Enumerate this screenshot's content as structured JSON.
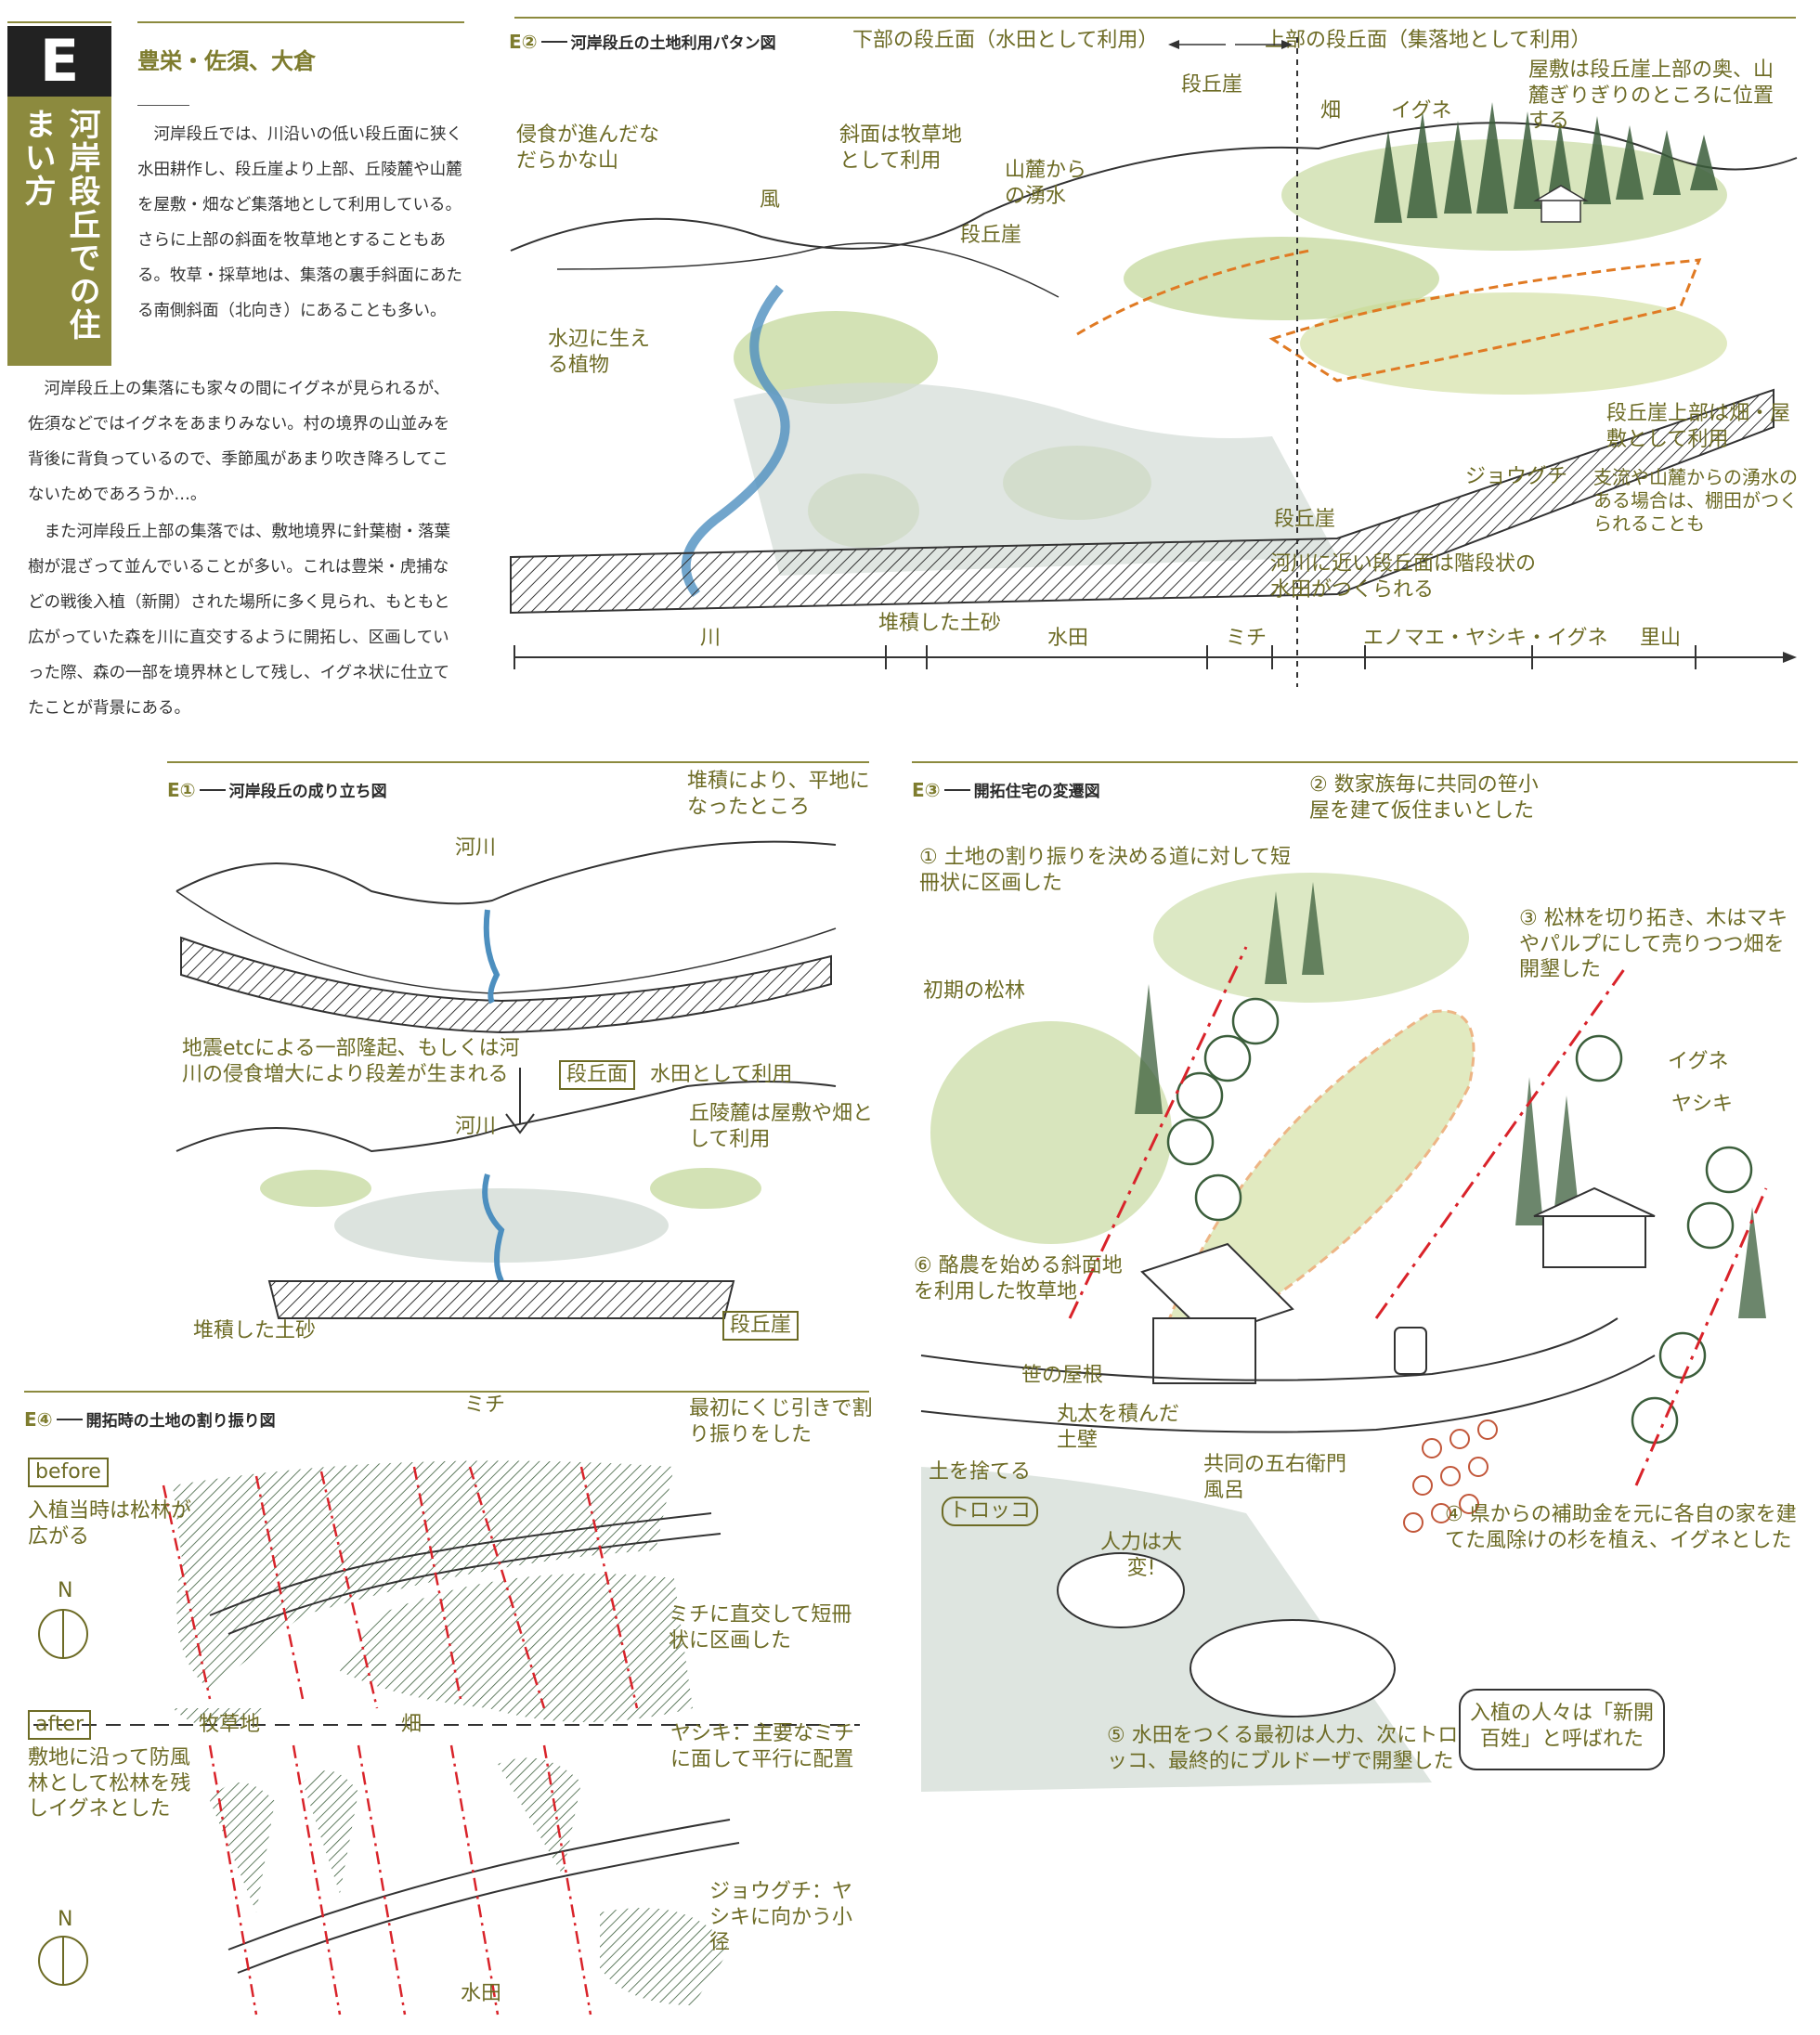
{
  "section_e": {
    "letter": "E",
    "vertical_title": "河岸段丘での住まい方",
    "subtitle": "豊栄・佐須、大倉",
    "para1": "河岸段丘では、川沿いの低い段丘面に狭く水田耕作し、段丘崖より上部、丘陵麓や山麓を屋敷・畑など集落地として利用している。さらに上部の斜面を牧草地とすることもある。牧草・採草地は、集落の裏手斜面にあたる南側斜面（北向き）にあることも多い。",
    "para2": "河岸段丘上の集落にも家々の間にイグネが見られるが、佐須などではイグネをあまりみない。村の境界の山並みを背後に背負っているので、季節風があまり吹き降ろしてこないためであろうか…。",
    "para3": "また河岸段丘上部の集落では、敷地境界に針葉樹・落葉樹が混ざって並んでいることが多い。これは豊栄・虎捕などの戦後入植（新開）された場所に多く見られ、もともと広がっていた森を川に直交するように開拓し、区画していった際、森の一部を境界林として残し、イグネ状に仕立てたことが背景にある。"
  },
  "e2": {
    "badge": "E②",
    "title": "河岸段丘の土地利用パタン図",
    "top_left": "下部の段丘面（水田として利用）",
    "top_right": "上部の段丘面（集落地として利用）",
    "labels": {
      "dankyugai_top": "段丘崖",
      "hatake": "畑",
      "igune": "イグネ",
      "yashiki": "屋敷は段丘崖上部の奥、山麓ぎりぎりのところに位置する",
      "erosion": "侵食が進んだなだらかな山",
      "slope": "斜面は牧草地として利用",
      "spring": "山麓からの湧水",
      "kaze": "風",
      "dankyugai_mid": "段丘崖",
      "shore_plants": "水辺に生える植物",
      "upper_use": "段丘崖上部は畑・屋敷として利用",
      "jyougu": "ジョウグチ",
      "tributary": "支流や山麓からの湧水のある場合は、棚田がつくられることも",
      "dankyugai_low": "段丘崖",
      "terrace_paddy": "河川に近い段丘面は階段状の水田がつくられる",
      "sediment": "堆積した土砂"
    },
    "axis": [
      "川",
      "水田",
      "ミチ",
      "エノマエ・ヤシキ・イグネ",
      "里山"
    ]
  },
  "e1": {
    "badge": "E①",
    "title": "河岸段丘の成り立ち図",
    "flat_note": "堆積により、平地になったところ",
    "river_top": "河川",
    "uplift_note": "地震etcによる一部隆起、もしくは河川の侵食増大により段差が生まれる",
    "terrace_surface": "段丘面",
    "paddy_use": "水田として利用",
    "hill_use": "丘陵麓は屋敷や畑として利用",
    "river_bottom": "河川",
    "sediment": "堆積した土砂",
    "cliff": "段丘崖"
  },
  "e3": {
    "badge": "E③",
    "title": "開拓住宅の変遷図",
    "step2": "② 数家族毎に共同の笹小屋を建て仮住まいとした",
    "step1": "① 土地の割り振りを決める道に対して短冊状に区画した",
    "step3": "③ 松林を切り拓き、木はマキやパルプにして売りつつ畑を開墾した",
    "pine": "初期の松林",
    "igune": "イグネ",
    "yashiki": "ヤシキ",
    "step6": "⑥ 酪農を始める斜面地を利用した牧草地",
    "roof": "笹の屋根",
    "wall": "丸太を積んだ土壁",
    "bath": "共同の五右衛門風呂",
    "soil": "土を捨てる",
    "torokko": "トロッコ",
    "manpower": "人力は大変!",
    "step4": "④ 県からの補助金を元に各自の家を建てた風除けの杉を植え、イグネとした",
    "step5": "⑤ 水田をつくる最初は人力、次にトロッコ、最終的にブルドーザで開墾した",
    "settlers": "入植の人々は「新開百姓」と呼ばれた"
  },
  "e4": {
    "badge": "E④",
    "title": "開拓時の土地の割り振り図",
    "michi": "ミチ",
    "lottery": "最初にくじ引きで割り振りをした",
    "before": "before",
    "before_note": "入植当時は松林が広がる",
    "north1": "N",
    "perp": "ミチに直交して短冊状に区画した",
    "after": "after",
    "pasture": "牧草地",
    "field": "畑",
    "yashiki_note": "ヤシキ：主要なミチに面して平行に配置",
    "after_note": "敷地に沿って防風林として松林を残しイグネとした",
    "north2": "N",
    "jyougu_note": "ジョウグチ：ヤシキに向かう小径",
    "paddy": "水田"
  }
}
